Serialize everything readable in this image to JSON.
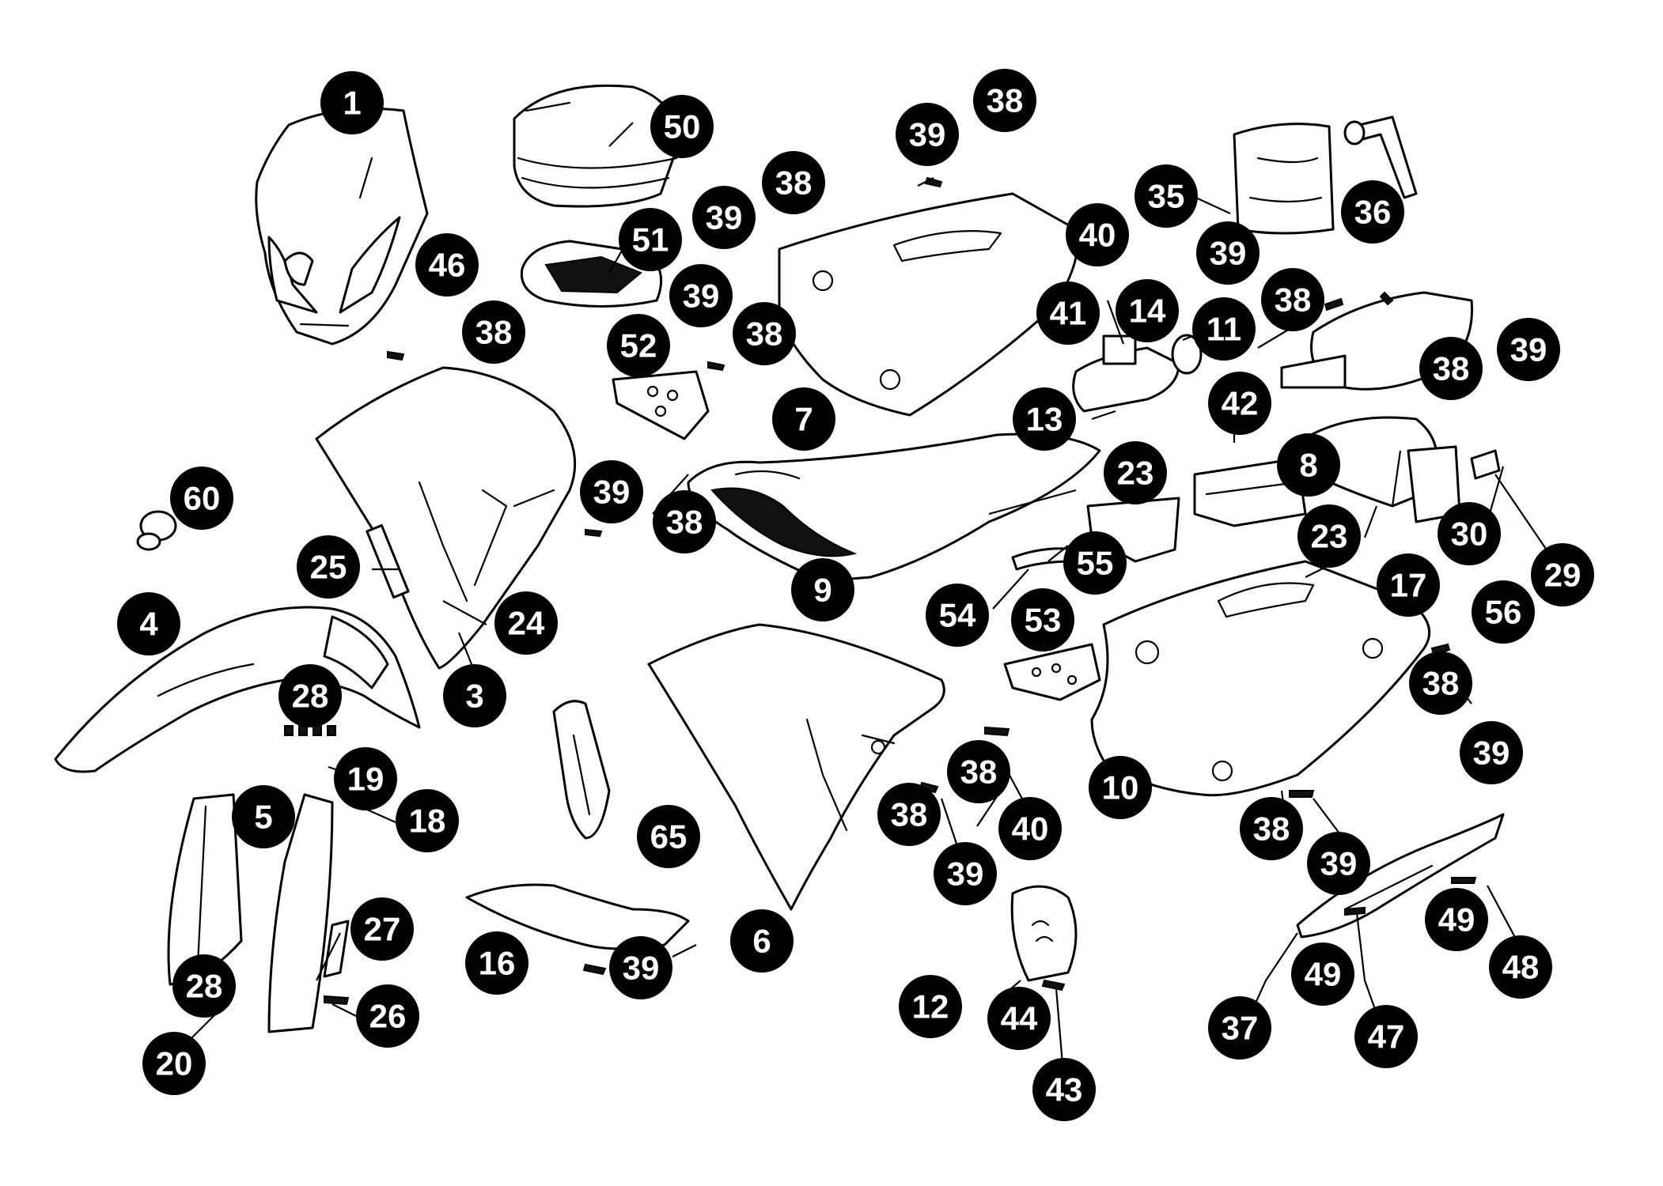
{
  "labels": {
    "n1": "1",
    "n3": "3",
    "n4": "4",
    "n5": "5",
    "n6": "6",
    "n7": "7",
    "n8": "8",
    "n9": "9",
    "n10": "10",
    "n11": "11",
    "n12": "12",
    "n13": "13",
    "n14": "14",
    "n16": "16",
    "n17": "17",
    "n18": "18",
    "n19": "19",
    "n20": "20",
    "n23": "23",
    "n24": "24",
    "n25": "25",
    "n26": "26",
    "n27": "27",
    "n28": "28",
    "n29": "29",
    "n30": "30",
    "n35": "35",
    "n36": "36",
    "n37": "37",
    "n38": "38",
    "n39": "39",
    "n40": "40",
    "n41": "41",
    "n42": "42",
    "n43": "43",
    "n44": "44",
    "n46": "46",
    "n47": "47",
    "n48": "48",
    "n49": "49",
    "n50": "50",
    "n51": "51",
    "n52": "52",
    "n53": "53",
    "n54": "54",
    "n55": "55",
    "n56": "56",
    "n60": "60",
    "n65": "65"
  },
  "colors": {
    "badge_fill": "#000000",
    "badge_text": "#ffffff",
    "line_art": "#000000",
    "background": "#ffffff"
  }
}
